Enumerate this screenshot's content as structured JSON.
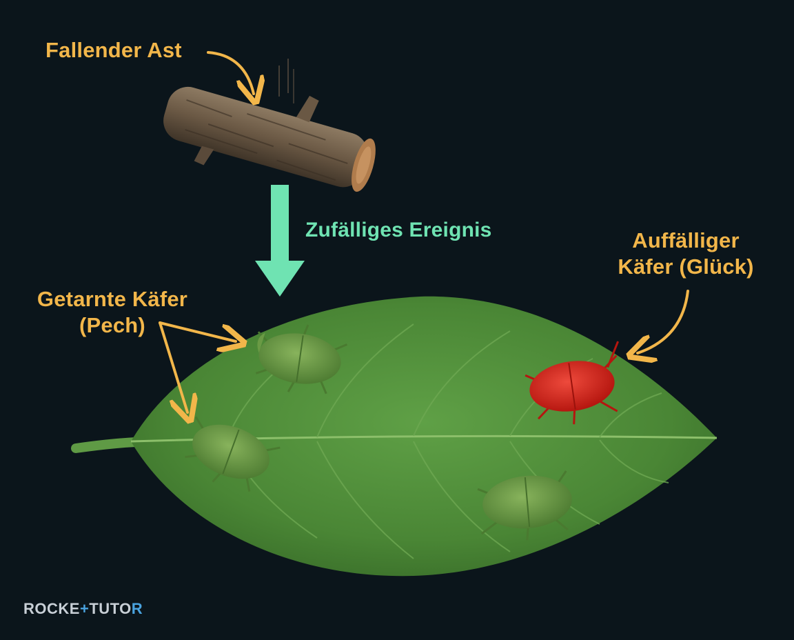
{
  "labels": {
    "falling_branch": "Fallender Ast",
    "random_event": "Zufälliges Ereignis",
    "conspicuous_line1": "Auffälliger",
    "conspicuous_line2": "Käfer (Glück)",
    "camouflaged_line1": "Getarnte Käfer",
    "camouflaged_line2": "(Pech)"
  },
  "logo": {
    "part1": "ROCKE",
    "part2": "+",
    "part3": "TUTO",
    "part4": "R"
  },
  "colors": {
    "background": "#0b151b",
    "label_orange": "#f2b64a",
    "arrow_mint": "#6fe3b2",
    "leaf_green": "#4f8c3a",
    "beetle_green": "#6a9a45",
    "beetle_red": "#d3221e"
  }
}
